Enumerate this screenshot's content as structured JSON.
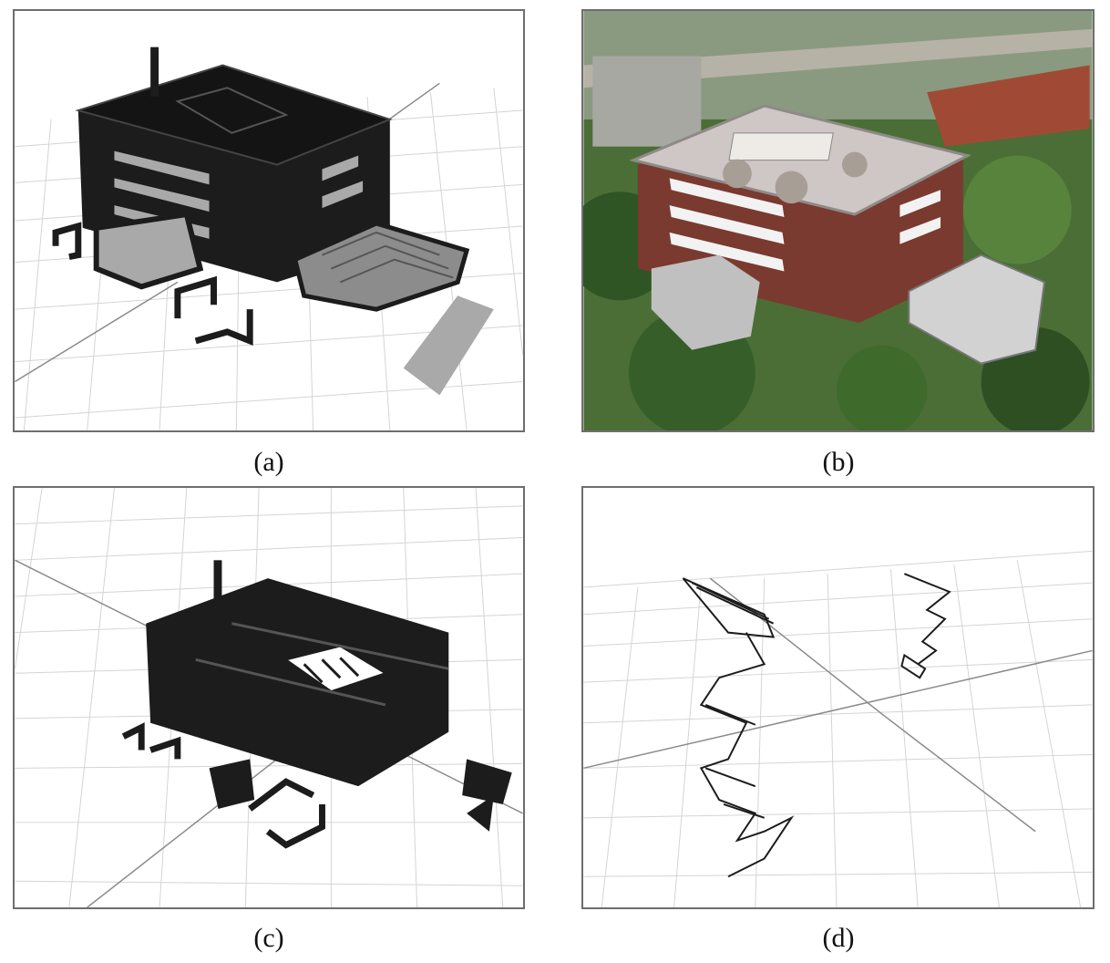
{
  "figure": {
    "panels": [
      {
        "id": "a",
        "caption": "(a)"
      },
      {
        "id": "b",
        "caption": "(b)"
      },
      {
        "id": "c",
        "caption": "(c)"
      },
      {
        "id": "d",
        "caption": "(d)"
      }
    ]
  },
  "colors": {
    "border": "#6e6e6e",
    "grid": "#d4d4d4",
    "grid_major": "#8a8a8a",
    "model_dark": "#1c1c1c",
    "model_light_gray": "#a9a9a9",
    "roof_b": "#cfc6c6",
    "brick_b": "#7a3a30",
    "foliage_b": "#3f6a2c"
  }
}
